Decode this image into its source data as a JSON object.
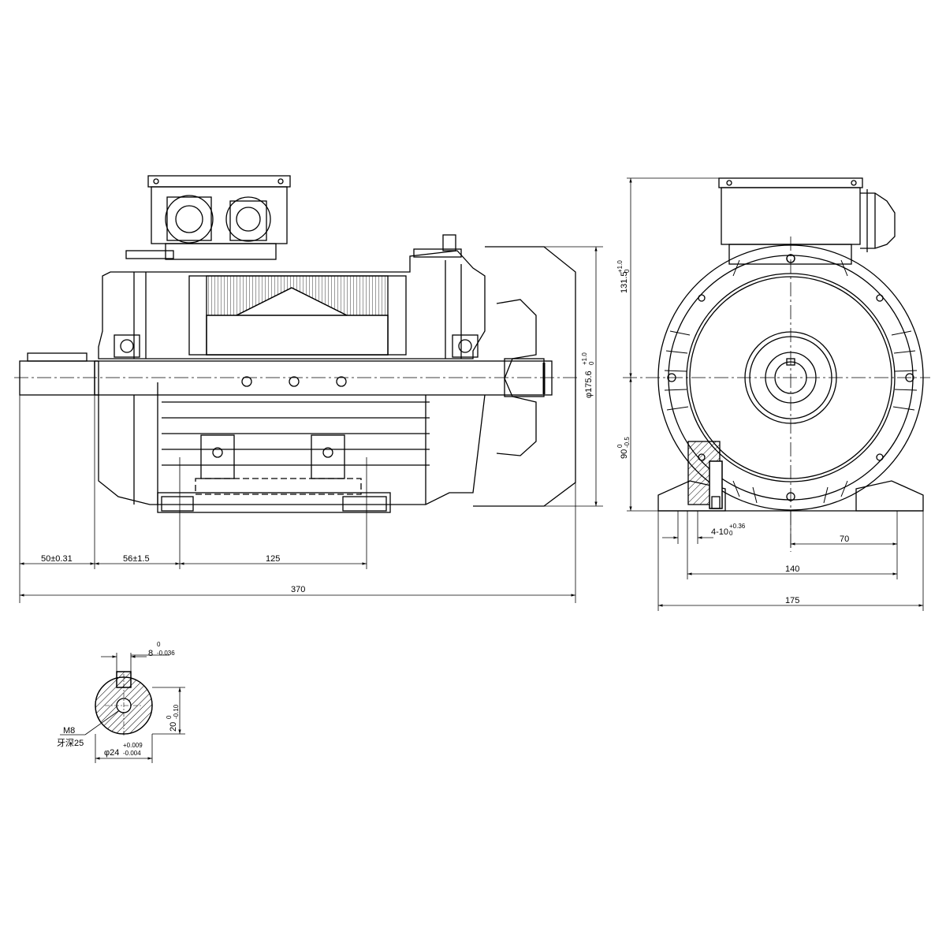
{
  "side_view": {
    "dimensions": {
      "shaft_extension": "50±0.31",
      "shaft_to_foot_hole": "56±1.5",
      "foot_hole_spacing": "125",
      "overall_length": "370",
      "fan_cover_diameter": "φ175.6",
      "fan_cover_diameter_tol_upper": "+1.0",
      "fan_cover_diameter_tol_lower": "0"
    }
  },
  "end_view": {
    "dimensions": {
      "top_height": "131.5",
      "top_height_tol_upper": "+1.0",
      "top_height_tol_lower": "0",
      "shaft_height": "90",
      "shaft_height_tol_upper": "0",
      "shaft_height_tol_lower": "-0.5",
      "foot_hole": "4-10",
      "foot_hole_tol_upper": "+0.36",
      "foot_hole_tol_lower": "0",
      "half_foot_spacing": "70",
      "foot_spacing": "140",
      "base_width": "175"
    }
  },
  "shaft_section": {
    "dimensions": {
      "key_width": "8",
      "key_width_tol_upper": "0",
      "key_width_tol_lower": "-0.036",
      "key_depth": "20",
      "key_depth_tol_upper": "0",
      "key_depth_tol_lower": "-0.10",
      "thread": "M8",
      "thread_depth": "牙深25",
      "shaft_diameter": "φ24",
      "shaft_diameter_tol_upper": "+0.009",
      "shaft_diameter_tol_lower": "-0.004"
    }
  }
}
